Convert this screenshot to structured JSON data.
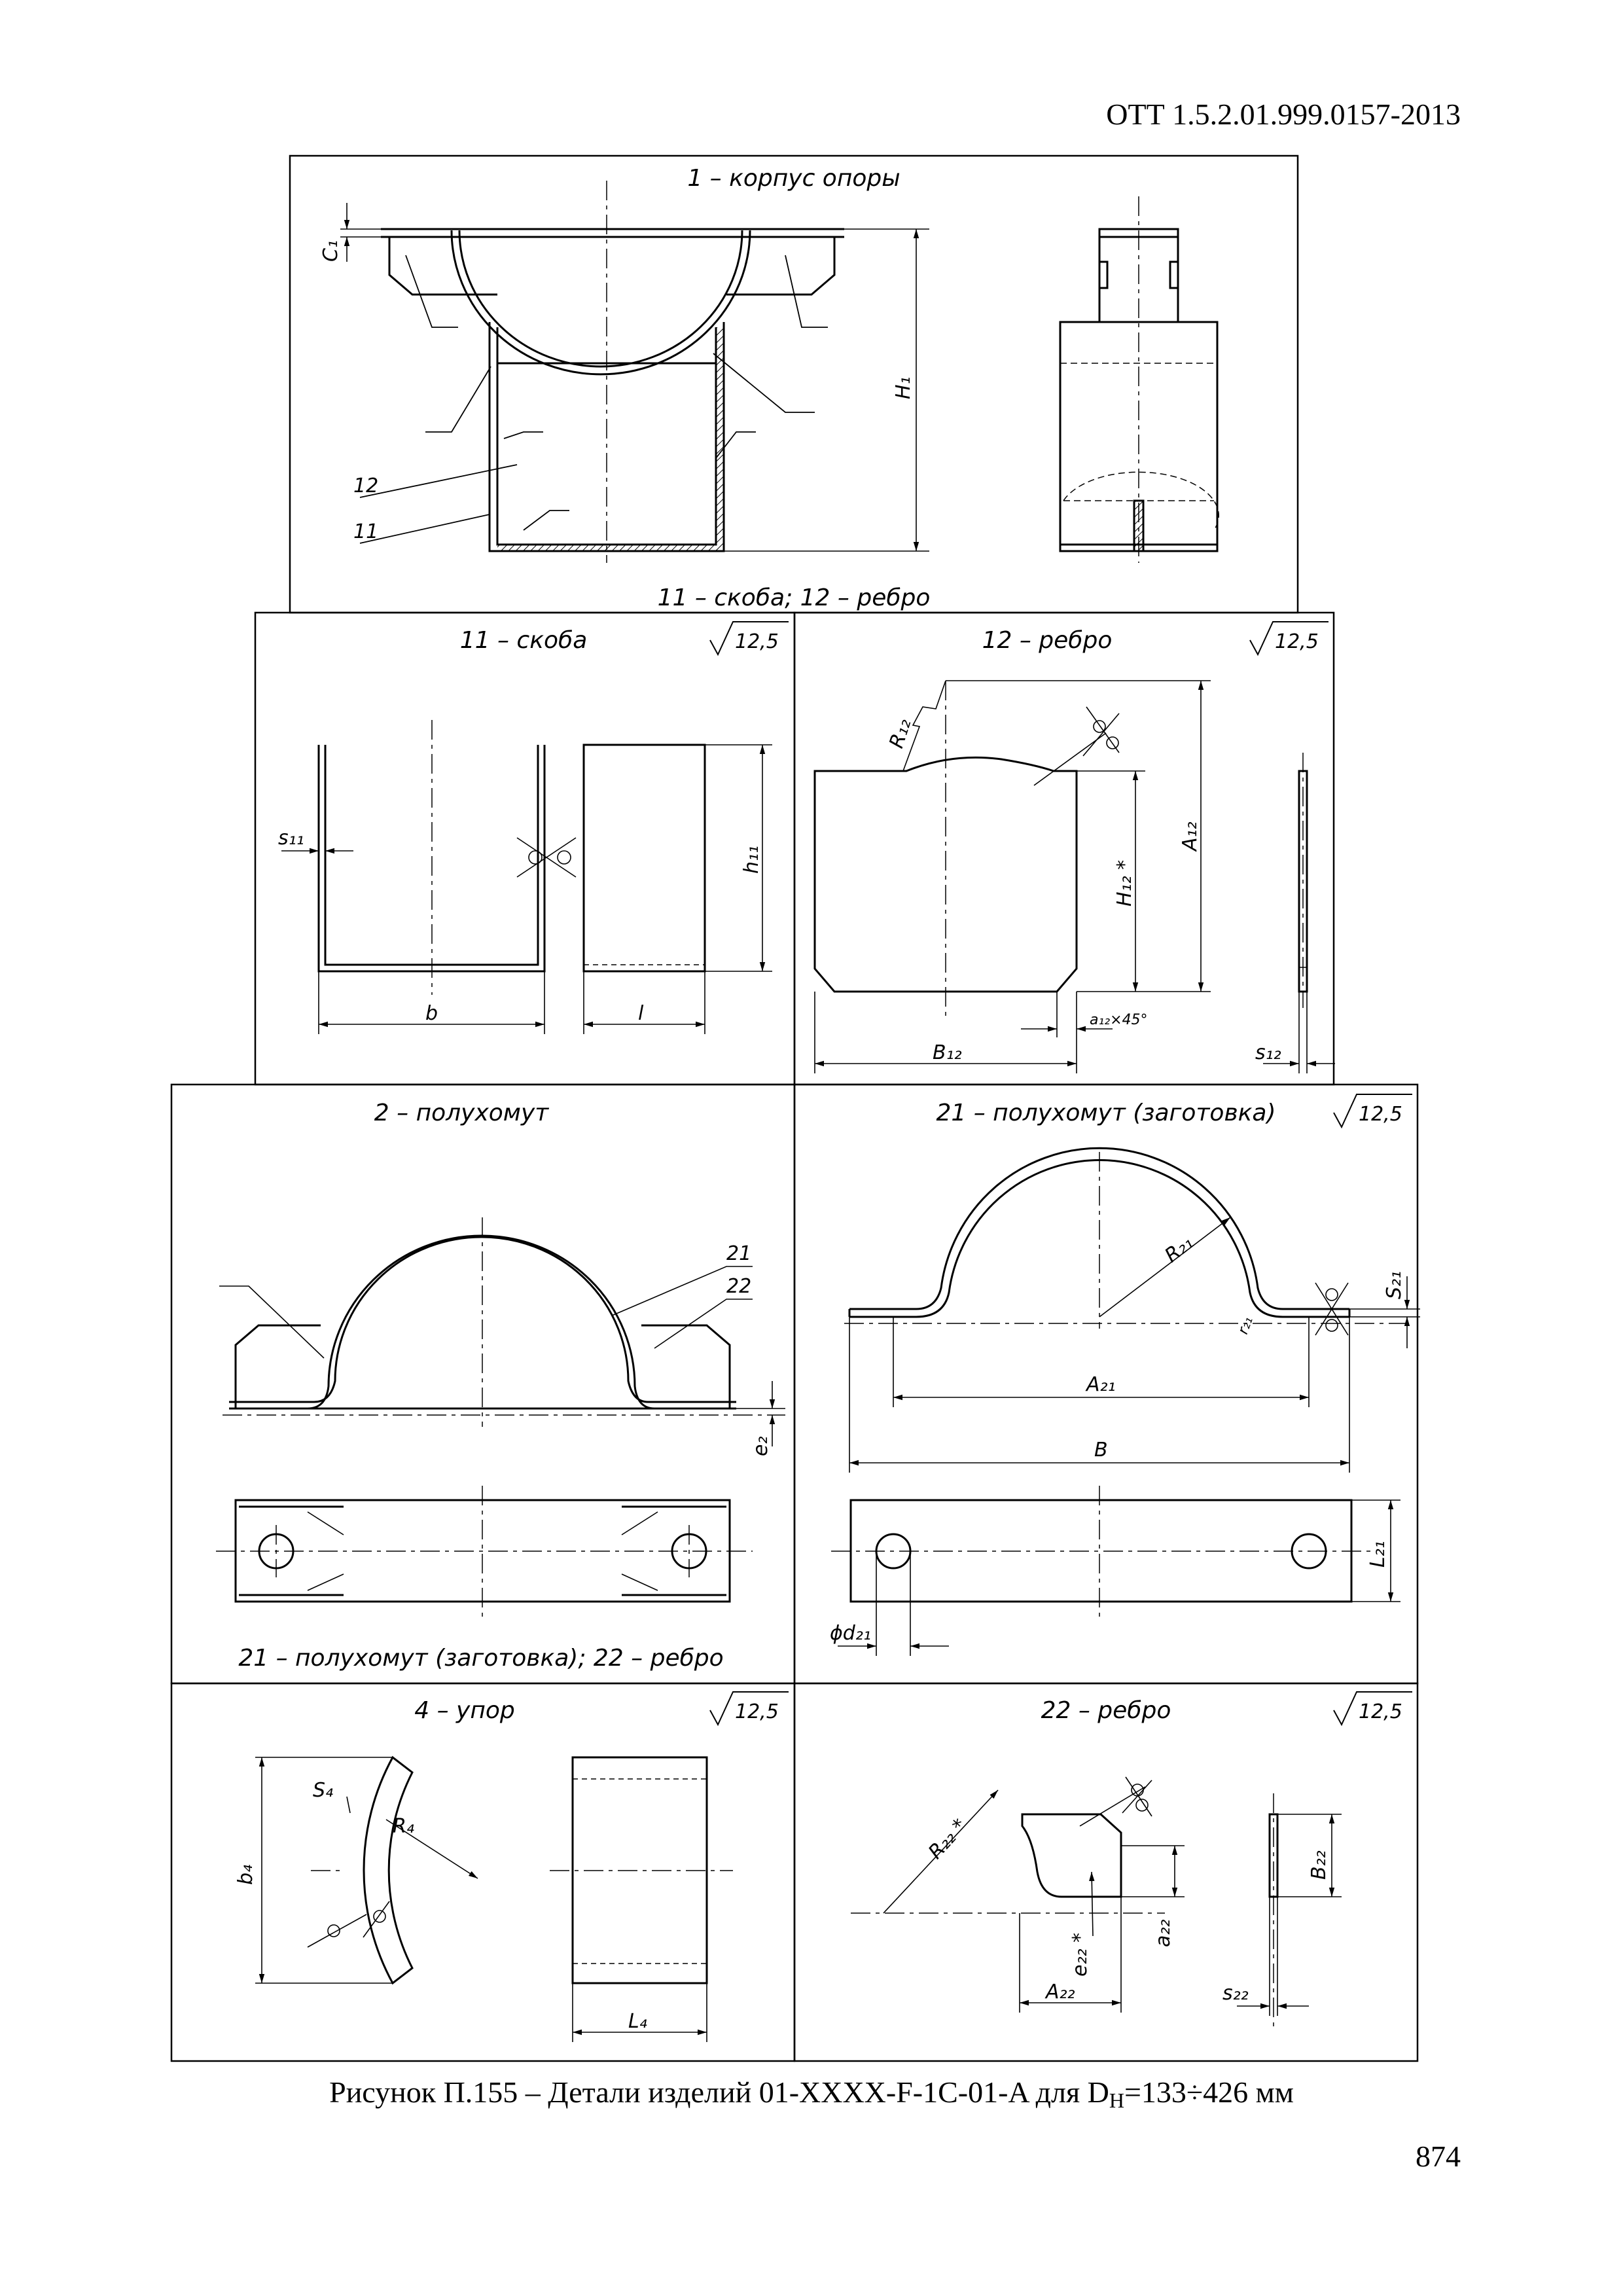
{
  "header": {
    "doc_code": "ОТТ 1.5.2.01.999.0157-2013"
  },
  "caption": {
    "prefix": "Рисунок П.155 – Детали изделий 01-XXXX-F-1C-01-A для D",
    "sub": "Н",
    "suffix": "=133÷426 мм"
  },
  "page_number": "874",
  "roughness": "12,5",
  "panels": {
    "p1": {
      "title": "1 – корпус опоры",
      "footer": "11 – скоба; 12 – ребро",
      "labels": {
        "c1": "C₁",
        "h1": "H₁",
        "n12": "12",
        "n11": "11"
      }
    },
    "p11": {
      "title": "11 – скоба",
      "labels": {
        "s": "s₁₁",
        "h": "h₁₁",
        "b": "b",
        "l": "l"
      }
    },
    "p12": {
      "title": "12 – ребро",
      "labels": {
        "r": "R₁₂",
        "h": "H₁₂ *",
        "a": "A₁₂",
        "chamfer": "a₁₂×45°",
        "b": "B₁₂",
        "s": "s₁₂"
      }
    },
    "p2": {
      "title": "2 – полухомут",
      "footer": "21 – полухомут (заготовка); 22 – ребро",
      "labels": {
        "n21": "21",
        "n22": "22",
        "e": "e₂"
      }
    },
    "p21": {
      "title": "21 – полухомут (заготовка)",
      "labels": {
        "r": "R₂₁",
        "rr": "r₂₁",
        "s": "S₂₁",
        "a": "A₂₁",
        "b": "B",
        "l": "L₂₁",
        "d": "ϕd₂₁"
      }
    },
    "p4": {
      "title": "4 – упор",
      "labels": {
        "s": "S₄",
        "r": "R₄",
        "b": "b₄",
        "l": "L₄"
      }
    },
    "p22": {
      "title": "22 – ребро",
      "labels": {
        "r": "R₂₂ *",
        "e": "e₂₂ *",
        "a": "a₂₂",
        "aa": "A₂₂",
        "b": "B₂₂",
        "s": "s₂₂"
      }
    }
  }
}
